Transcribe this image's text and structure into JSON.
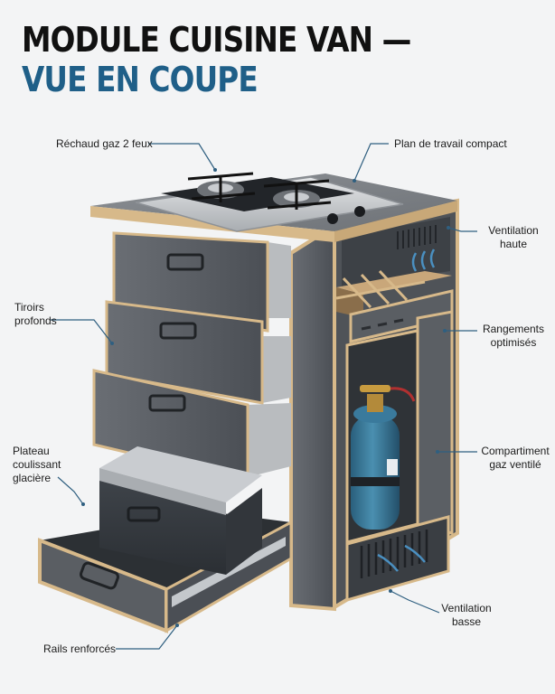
{
  "title": {
    "line1": "MODULE CUISINE VAN —",
    "line2": "VUE EN COUPE"
  },
  "labels": {
    "rechaud": "Réchaud gaz 2 feux",
    "plan": "Plan de travail compact",
    "ventilation_haute": [
      "Ventilation",
      "haute"
    ],
    "tiroirs": [
      "Tiroirs",
      "profonds"
    ],
    "rangements": [
      "Rangements",
      "optimisés"
    ],
    "plateau": [
      "Plateau",
      "coulissant",
      "glacière"
    ],
    "compartiment": [
      "Compartiment",
      "gaz ventilé"
    ],
    "ventilation_basse": [
      "Ventilation",
      "basse"
    ],
    "rails": "Rails renforcés"
  },
  "colors": {
    "title_accent": "#1f5f88",
    "panel": "#5c6066",
    "plywood_edge": "#d7b98a",
    "gas_bottle": "#2f6f8f",
    "leader_line": "#2f5f80"
  }
}
